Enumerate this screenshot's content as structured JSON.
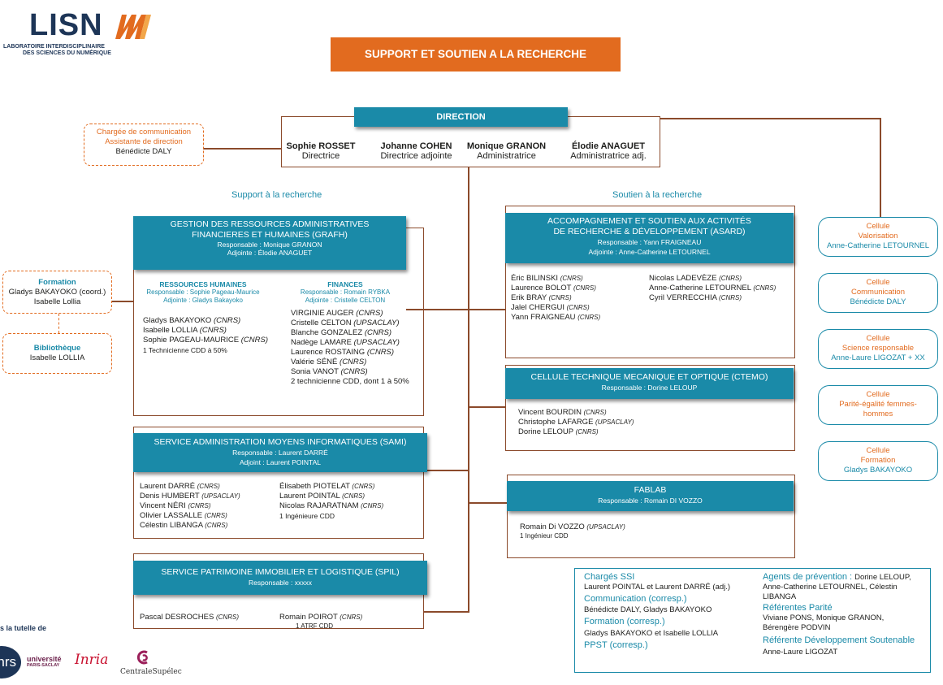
{
  "logo": {
    "name": "LISN",
    "subtitle_1": "LABORATOIRE INTERDISCIPLINAIRE",
    "subtitle_2": "DES SCIENCES DU NUMÉRIQUE"
  },
  "banner": "SUPPORT ET SOUTIEN A LA RECHERCHE",
  "direction": {
    "title": "DIRECTION",
    "people": [
      {
        "name": "Sophie ROSSET",
        "role": "Directrice"
      },
      {
        "name": "Johanne COHEN",
        "role": "Directrice adjointe"
      },
      {
        "name": "Monique GRANON",
        "role": "Administratrice"
      },
      {
        "name": "Élodie ANAGUET",
        "role": "Administratrice adj."
      }
    ]
  },
  "comm_box": {
    "line1": "Chargée de communication",
    "line2": "Assistante de direction",
    "name": "Bénédicte DALY"
  },
  "support_label": "Support à la recherche",
  "soutien_label": "Soutien à la recherche",
  "grafh": {
    "title1": "GESTION DES RESSOURCES ADMINISTRATIVES",
    "title2": "FINANCIERES ET HUMAINES (GRAFH)",
    "resp": "Responsable : Monique GRANON",
    "adj": "Adjointe : Élodie ANAGUET",
    "rh": {
      "title": "RESSOURCES HUMAINES",
      "resp": "Responsable : Sophie Pageau-Maurice",
      "adj": "Adjointe : Gladys Bakayoko",
      "members": [
        {
          "name": "Gladys BAKAYOKO",
          "org": "(CNRS)"
        },
        {
          "name": "Isabelle LOLLIA",
          "org": "(CNRS)"
        },
        {
          "name": "Sophie PAGEAU-MAURICE",
          "org": "(CNRS)"
        }
      ],
      "note": "1 Technicienne CDD à 50%"
    },
    "fin": {
      "title": "FINANCES",
      "resp": "Responsable : Romain RYBKA",
      "adj": "Adjointe : Cristelle CELTON",
      "members": [
        {
          "name": "VIRGINIE AUGER",
          "org": "(CNRS)"
        },
        {
          "name": "Cristelle CELTON",
          "org": "(UPSACLAY)"
        },
        {
          "name": "Blanche GONZALEZ",
          "org": "(CNRS)"
        },
        {
          "name": "Nadège LAMARE",
          "org": "(UPSACLAY)"
        },
        {
          "name": "Laurence ROSTAING",
          "org": "(CNRS)"
        },
        {
          "name": "Valérie SÉNÉ",
          "org": "(CNRS)"
        },
        {
          "name": "Sonia VANOT",
          "org": "(CNRS)"
        }
      ],
      "note": "2 technicienne CDD, dont 1 à 50%"
    }
  },
  "formation_box": {
    "title": "Formation",
    "line1": "Gladys BAKAYOKO (coord.)",
    "line2": "Isabelle Lollia"
  },
  "biblio_box": {
    "title": "Bibliothèque",
    "line1": "Isabelle LOLLIA"
  },
  "sami": {
    "title": "SERVICE  ADMINISTRATION MOYENS INFORMATIQUES (SAMI)",
    "resp": "Responsable : Laurent DARRÉ",
    "adj": "Adjoint : Laurent POINTAL",
    "col1": [
      {
        "name": "Laurent DARRÉ",
        "org": "(CNRS)"
      },
      {
        "name": "Denis HUMBERT",
        "org": "(UPSACLAY)"
      },
      {
        "name": "Vincent NÉRI",
        "org": "(CNRS)"
      },
      {
        "name": "Olivier LASSALLE",
        "org": "(CNRS)"
      },
      {
        "name": "Célestin LIBANGA",
        "org": "(CNRS)"
      }
    ],
    "col2": [
      {
        "name": "Élisabeth PIOTELAT",
        "org": "(CNRS)"
      },
      {
        "name": "Laurent POINTAL",
        "org": "(CNRS)"
      },
      {
        "name": "Nicolas RAJARATNAM",
        "org": "(CNRS)"
      }
    ],
    "note": "1 Ingénieure CDD"
  },
  "spil": {
    "title": "SERVICE PATRIMOINE IMMOBILIER ET LOGISTIQUE (SPIL)",
    "resp": "Responsable :  xxxxx",
    "m1": {
      "name": "Pascal DESROCHES",
      "org": "(CNRS)"
    },
    "m2": {
      "name": "Romain POIROT",
      "org": "(CNRS)"
    },
    "note": "1 ATRF CDD"
  },
  "asard": {
    "title1": "ACCOMPAGNEMENT ET SOUTIEN AUX ACTIVITÉS",
    "title2": "DE RECHERCHE & DÉVELOPPEMENT (ASARD)",
    "resp": "Responsable : Yann FRAIGNEAU",
    "adj": "Adjointe : Anne-Catherine LETOURNEL",
    "col1": [
      {
        "name": "Éric BILINSKI",
        "org": "(CNRS)"
      },
      {
        "name": "Laurence BOLOT",
        "org": "(CNRS)"
      },
      {
        "name": "Erik BRAY",
        "org": "(CNRS)"
      },
      {
        "name": "Jalel CHERGUI",
        "org": "(CNRS)"
      },
      {
        "name": "Yann FRAIGNEAU",
        "org": "(CNRS)"
      }
    ],
    "col2": [
      {
        "name": "Nicolas LADEVÈZE",
        "org": "(CNRS)"
      },
      {
        "name": "Anne-Catherine LETOURNEL",
        "org": "(CNRS)"
      },
      {
        "name": "Cyril VERRECCHIA",
        "org": "(CNRS)"
      }
    ]
  },
  "ctemo": {
    "title": "CELLULE TECHNIQUE MECANIQUE ET OPTIQUE (CTEMO)",
    "resp": "Responsable : Dorine LELOUP",
    "members": [
      {
        "name": "Vincent  BOURDIN",
        "org": "(CNRS)"
      },
      {
        "name": "Christophe LAFARGE",
        "org": "(UPSACLAY)"
      },
      {
        "name": "Dorine LELOUP",
        "org": "(CNRS)"
      }
    ]
  },
  "fablab": {
    "title": "FABLAB",
    "resp": "Responsable : Romain DI VOZZO",
    "m1": {
      "name": "Romain Di VOZZO",
      "org": "(UPSACLAY)"
    },
    "note": "1 Ingénieur CDD"
  },
  "cells": [
    {
      "t1": "Cellule",
      "t2": "Valorisation",
      "name": "Anne-Catherine LETOURNEL"
    },
    {
      "t1": "Cellule",
      "t2": "Communication",
      "name": "Bénédicte DALY"
    },
    {
      "t1": "Cellule",
      "t2": "Science responsable",
      "name": "Anne-Laure LIGOZAT + XX"
    },
    {
      "t1": "Cellule",
      "t2": "Parité-égalité femmes-",
      "t3": "hommes",
      "name": ""
    },
    {
      "t1": "Cellule",
      "t2": "Formation",
      "name": "Gladys BAKAYOKO"
    }
  ],
  "contacts": {
    "ssi_title": "Chargés SSI",
    "ssi": "Laurent POINTAL et Laurent DARRÉ (adj.)",
    "comm_title": "Communication (corresp.)",
    "comm": "Bénédicte DALY, Gladys BAKAYOKO",
    "form_title": "Formation (corresp.)",
    "form": "Gladys BAKAYOKO et Isabelle LOLLIA",
    "ppst_title": "PPST (corresp.)",
    "prev_title": "Agents de prévention : ",
    "prev1": "Dorine LELOUP,",
    "prev2": "Anne-Catherine LETOURNEL, Célestin",
    "prev3": "LIBANGA",
    "parite_title": "Référentes Parité",
    "parite1": "Viviane PONS, Monique GRANON,",
    "parite2": "Bérengère PODVIN",
    "dd_title": "Référente Développement Soutenable",
    "dd": "Anne-Laure LIGOZAT"
  },
  "tutelle": {
    "label": "s la tutelle de",
    "cnrs": "nrs",
    "ups1": "université",
    "ups2": "PARIS-SACLAY",
    "inria": "Inria",
    "cs": "CentraleSupélec"
  },
  "colors": {
    "teal": "#1a8aa8",
    "orange": "#e26b1f",
    "brown": "#8b4a2b"
  }
}
